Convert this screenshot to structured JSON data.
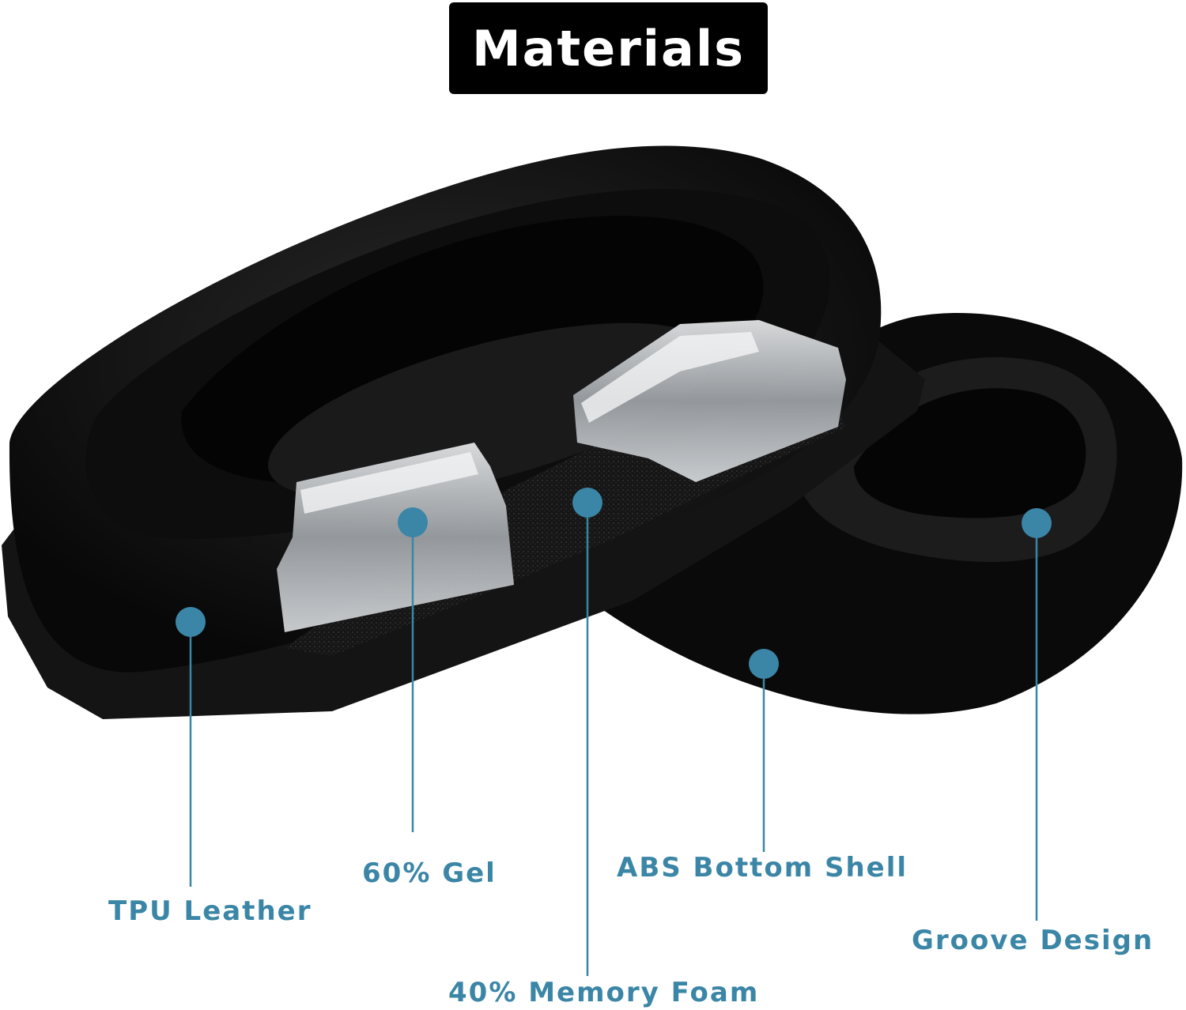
{
  "title": "Materials",
  "accent_color": "#3b86a6",
  "callouts": [
    {
      "id": "tpu-leather",
      "label": "TPU Leather"
    },
    {
      "id": "gel",
      "label": "60% Gel"
    },
    {
      "id": "memory-foam",
      "label": "40% Memory Foam"
    },
    {
      "id": "abs-shell",
      "label": "ABS Bottom Shell"
    },
    {
      "id": "groove",
      "label": "Groove Design"
    }
  ]
}
